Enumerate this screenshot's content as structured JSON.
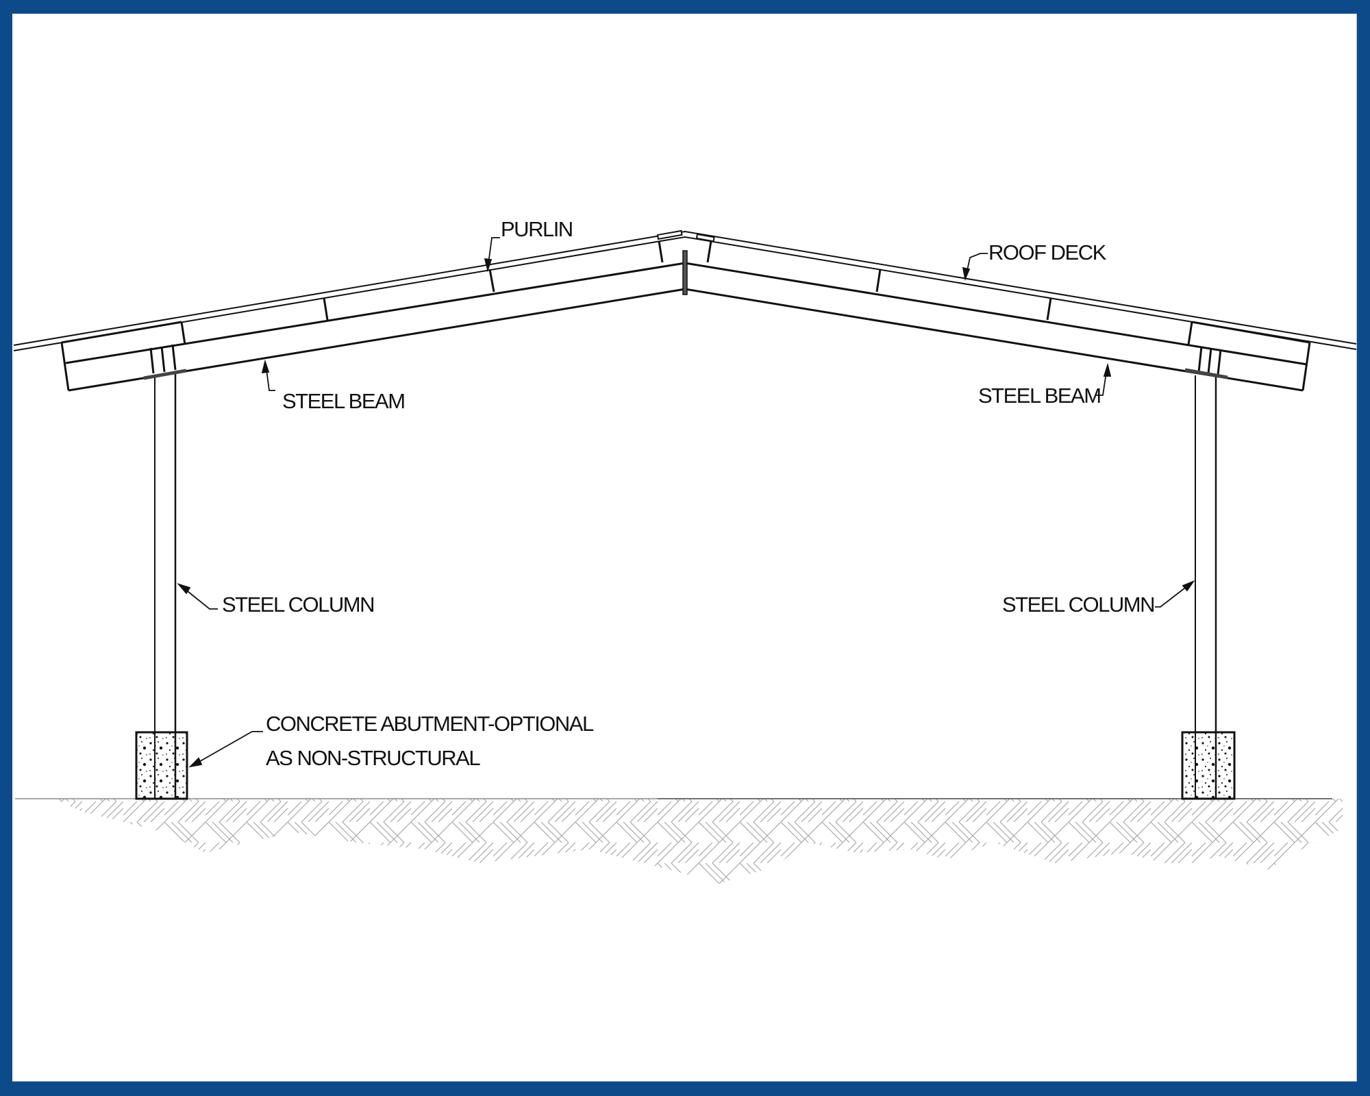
{
  "drawing": {
    "title": "Steel frame carport section",
    "frame_color": "#0d4a8a",
    "line_color": "#111111",
    "hatch_color": "#9a9a9a",
    "labels": {
      "purlin": "PURLIN",
      "roof_deck": "ROOF DECK",
      "steel_beam_left": "STEEL BEAM",
      "steel_beam_right": "STEEL BEAM",
      "steel_column_left": "STEEL COLUMN",
      "steel_column_right": "STEEL COLUMN",
      "abutment_line1": "CONCRETE ABUTMENT-OPTIONAL",
      "abutment_line2": "AS NON-STRUCTURAL"
    },
    "components": [
      {
        "name": "roof-deck",
        "label": "ROOF DECK"
      },
      {
        "name": "purlin",
        "label": "PURLIN"
      },
      {
        "name": "steel-beam",
        "label": "STEEL BEAM",
        "count": 2
      },
      {
        "name": "steel-column",
        "label": "STEEL COLUMN",
        "count": 2
      },
      {
        "name": "concrete-abutment",
        "label": "CONCRETE ABUTMENT-OPTIONAL AS NON-STRUCTURAL",
        "count": 2
      },
      {
        "name": "ground",
        "label": ""
      }
    ]
  }
}
